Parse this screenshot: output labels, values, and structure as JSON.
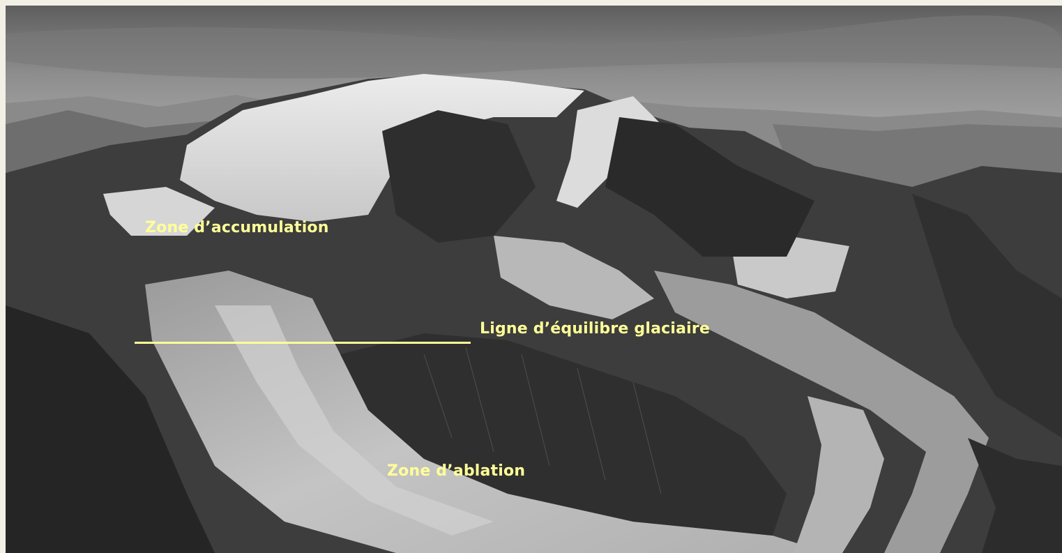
{
  "labels": {
    "accumulation": "Zone d’accumulation",
    "equilibrium": "Ligne d’équilibre glaciaire",
    "ablation": "Zone d’ablation"
  },
  "colors": {
    "label": "#ffff99",
    "frame": "#f2efe4"
  }
}
